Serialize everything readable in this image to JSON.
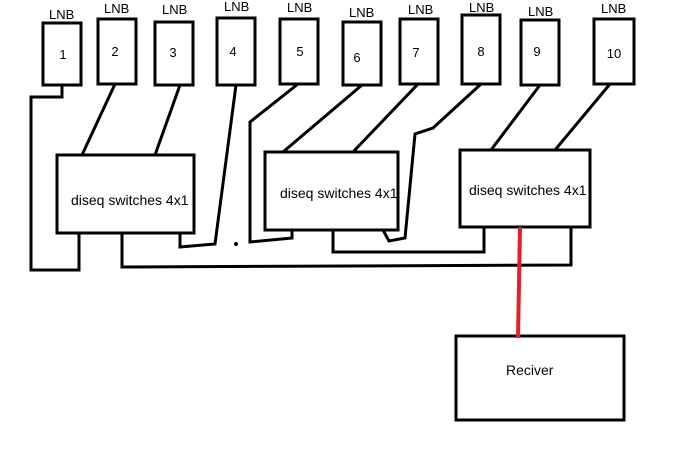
{
  "lnbs": [
    {
      "label": "LNB",
      "number": "1"
    },
    {
      "label": "LNB",
      "number": "2"
    },
    {
      "label": "LNB",
      "number": "3"
    },
    {
      "label": "LNB",
      "number": "4"
    },
    {
      "label": "LNB",
      "number": "5"
    },
    {
      "label": "LNB",
      "number": "6"
    },
    {
      "label": "LNB",
      "number": "7"
    },
    {
      "label": "LNB",
      "number": "8"
    },
    {
      "label": "LNB",
      "number": "9"
    },
    {
      "label": "LNB",
      "number": "10"
    }
  ],
  "switches": [
    {
      "label": "diseq switches 4x1"
    },
    {
      "label": "diseq switches 4x1"
    },
    {
      "label": "diseq switches 4x1"
    }
  ],
  "receiver": {
    "label": "Reciver"
  },
  "colors": {
    "line": "#000000",
    "receiver_cable": "#e0212b"
  }
}
